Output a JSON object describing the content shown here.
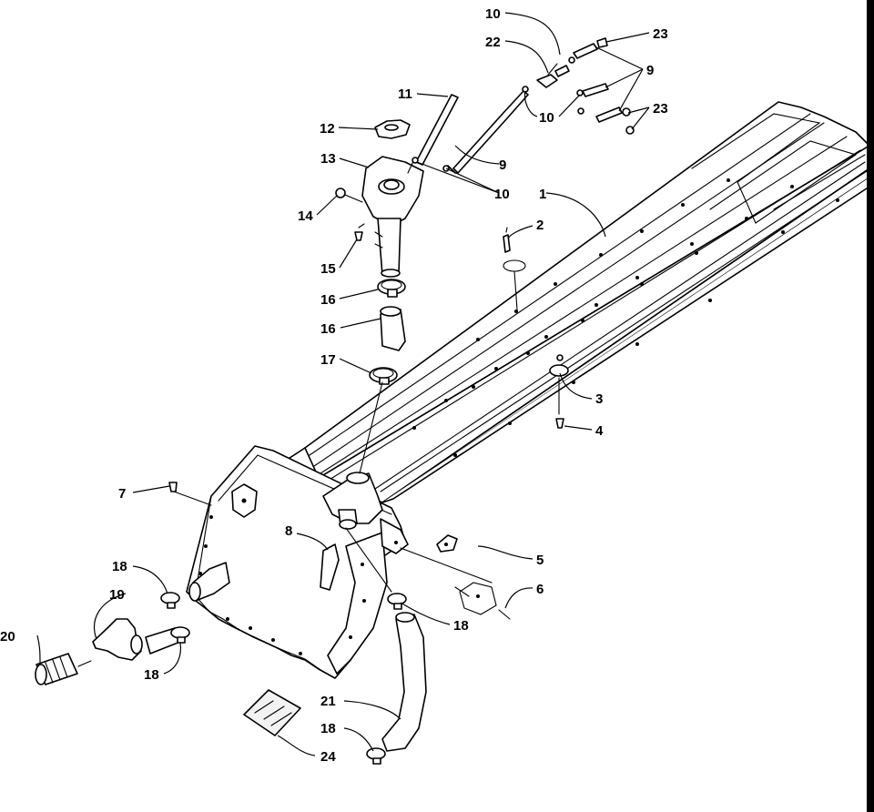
{
  "diagram": {
    "callouts": [
      {
        "id": "c1",
        "text": "1"
      },
      {
        "id": "c2",
        "text": "2"
      },
      {
        "id": "c3",
        "text": "3"
      },
      {
        "id": "c4",
        "text": "4"
      },
      {
        "id": "c5",
        "text": "5"
      },
      {
        "id": "c6",
        "text": "6"
      },
      {
        "id": "c7",
        "text": "7"
      },
      {
        "id": "c8",
        "text": "8"
      },
      {
        "id": "c9a",
        "text": "9"
      },
      {
        "id": "c9b",
        "text": "9"
      },
      {
        "id": "c10a",
        "text": "10"
      },
      {
        "id": "c10b",
        "text": "10"
      },
      {
        "id": "c10c",
        "text": "10"
      },
      {
        "id": "c11",
        "text": "11"
      },
      {
        "id": "c12",
        "text": "12"
      },
      {
        "id": "c13",
        "text": "13"
      },
      {
        "id": "c14",
        "text": "14"
      },
      {
        "id": "c15",
        "text": "15"
      },
      {
        "id": "c16a",
        "text": "16"
      },
      {
        "id": "c16b",
        "text": "16"
      },
      {
        "id": "c17",
        "text": "17"
      },
      {
        "id": "c18a",
        "text": "18"
      },
      {
        "id": "c18b",
        "text": "18"
      },
      {
        "id": "c18c",
        "text": "18"
      },
      {
        "id": "c18d",
        "text": "18"
      },
      {
        "id": "c19",
        "text": "19"
      },
      {
        "id": "c20",
        "text": "20"
      },
      {
        "id": "c21",
        "text": "21"
      },
      {
        "id": "c22",
        "text": "22"
      },
      {
        "id": "c23a",
        "text": "23"
      },
      {
        "id": "c23b",
        "text": "23"
      },
      {
        "id": "c24",
        "text": "24"
      }
    ]
  }
}
